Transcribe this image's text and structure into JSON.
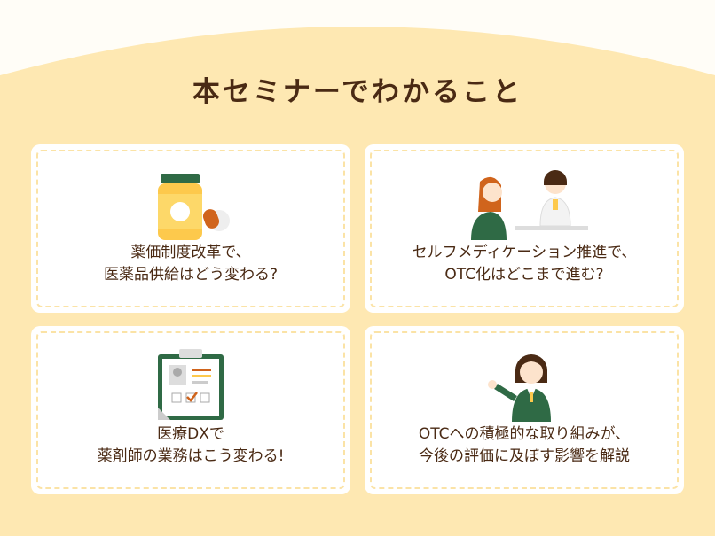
{
  "title": "本セミナーでわかること",
  "cards": [
    {
      "line1": "薬価制度改革で、",
      "line2": "医薬品供給はどう変わる?"
    },
    {
      "line1": "セルフメディケーション推進で、",
      "line2": "OTC化はどこまで進む?"
    },
    {
      "line1": "医療DXで",
      "line2": "薬剤師の業務はこう変わる!"
    },
    {
      "line1": "OTCへの積極的な取り組みが、",
      "line2": "今後の評価に及ぼす影響を解説"
    }
  ]
}
